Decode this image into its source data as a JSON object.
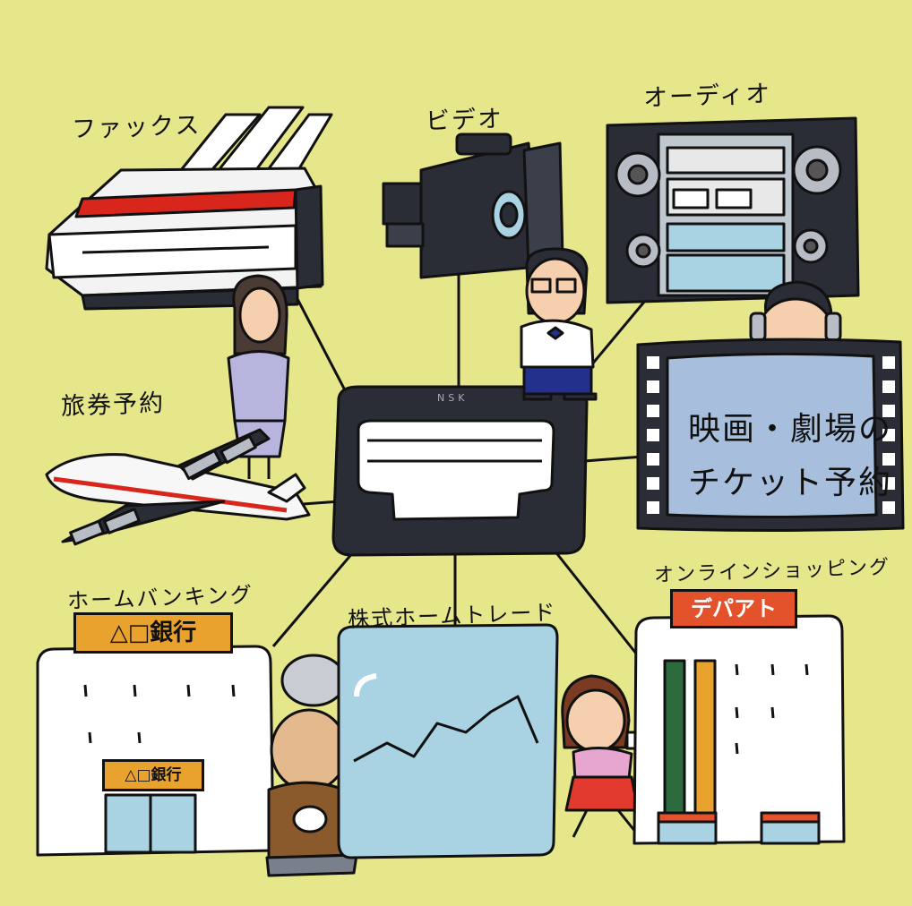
{
  "labels": {
    "fax": "ファックス",
    "video": "ビデオ",
    "audio": "オーディオ",
    "travel": "旅券予約",
    "movie_line1": "映画・劇場の",
    "movie_line2": "チケット予約",
    "home_banking": "ホームバンキング",
    "stock_trade": "株式ホームトレード",
    "online_shopping": "オンラインショッピング"
  },
  "signs": {
    "bank_large": "△□銀行",
    "bank_small": "△□銀行",
    "department_store": "デパアト"
  },
  "tv_brand": "NSK",
  "colors": {
    "background": "#e6e78a",
    "outline": "#111111",
    "dark_device": "#2a2d35",
    "sign_orange": "#e9a22d",
    "sign_red": "#e4522c",
    "screen_blue": "#a9d3e2"
  }
}
